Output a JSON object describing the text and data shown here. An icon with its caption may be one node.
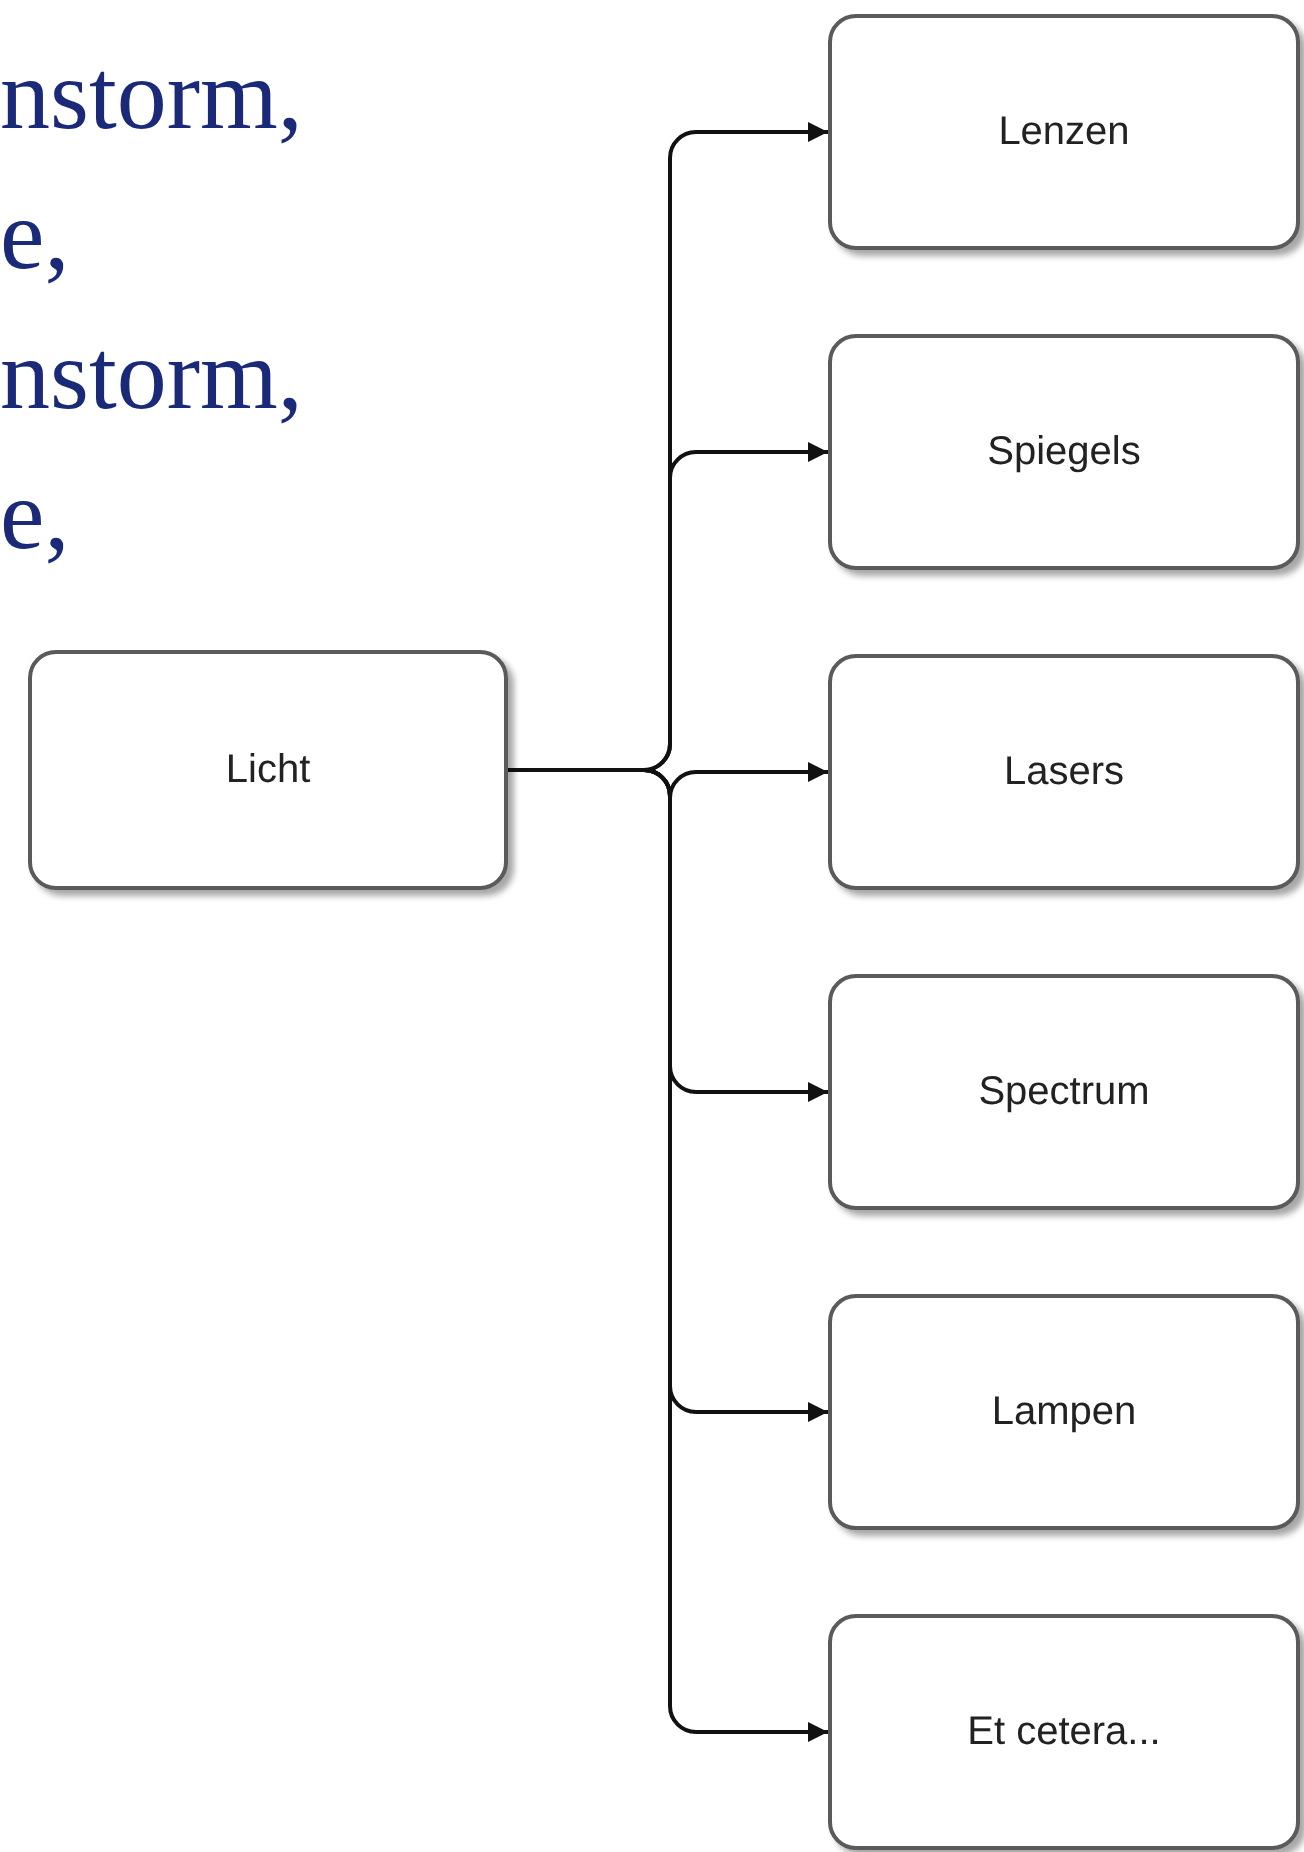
{
  "diagram": {
    "nodes": [
      {
        "text": [
          "Licht"
        ]
      },
      {
        "text": [
          "Lenzen"
        ]
      },
      {
        "text": [
          "Spiegels"
        ]
      },
      {
        "text": [
          "Lasers"
        ]
      },
      {
        "text": [
          "Spectrum"
        ]
      },
      {
        "text": [
          "Lampen"
        ]
      },
      {
        "text": [
          "Et cetera..."
        ]
      }
    ],
    "edges": [
      {
        "from": 0,
        "to": 1,
        "arrow": "to"
      },
      {
        "from": 0,
        "to": 2,
        "arrow": "to"
      },
      {
        "from": 0,
        "to": 3,
        "arrow": "to"
      },
      {
        "from": 0,
        "to": 4,
        "arrow": "to"
      },
      {
        "from": 0,
        "to": 5,
        "arrow": "to"
      },
      {
        "from": 0,
        "to": 6,
        "arrow": "to"
      }
    ],
    "labels": [
      "nstorm,",
      "e,",
      "nstorm,",
      "e,"
    ]
  }
}
